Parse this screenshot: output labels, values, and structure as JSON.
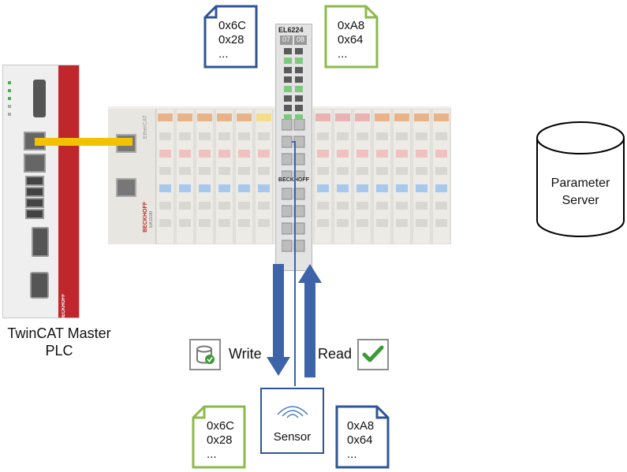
{
  "colors": {
    "blue_doc": "#2f5597",
    "green_doc": "#8cba4a",
    "plc_red": "#c0272d",
    "ethernet_yellow": "#f2c200",
    "arrow_blue": "#3d64a8",
    "check_green": "#3c9a35"
  },
  "docs": {
    "top_left": {
      "line1": "0x6C",
      "line2": "0x28",
      "line3": "..."
    },
    "top_right": {
      "line1": "0xA8",
      "line2": "0x64",
      "line3": "..."
    },
    "bottom_left": {
      "line1": "0x6C",
      "line2": "0x28",
      "line3": "..."
    },
    "bottom_right": {
      "line1": "0xA8",
      "line2": "0x64",
      "line3": "..."
    }
  },
  "plc": {
    "caption_line1": "TwinCAT Master",
    "caption_line2": "PLC",
    "brand": "BECKHOFF"
  },
  "coupler": {
    "brand": "BECKHOFF",
    "model": "EK1100",
    "ethercat": "EtherCAT"
  },
  "module": {
    "name": "EL6224",
    "ch_left": "07",
    "ch_right": "08",
    "brand": "BECKHOFF"
  },
  "database": {
    "line1": "Parameter",
    "line2": "Server"
  },
  "write": {
    "label": "Write",
    "icon": "database-check-icon"
  },
  "read": {
    "label": "Read",
    "icon": "check-icon"
  },
  "sensor": {
    "label": "Sensor",
    "icon": "wireless-icon"
  }
}
